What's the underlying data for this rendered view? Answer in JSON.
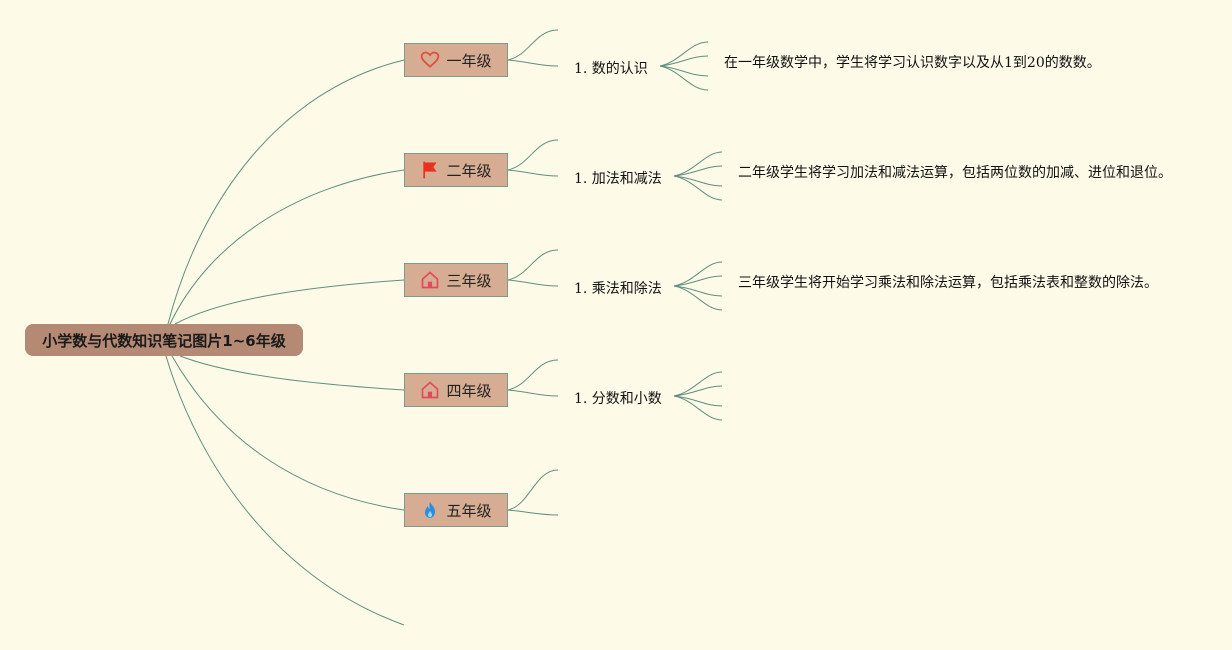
{
  "root": {
    "label": "小学数与代数知识笔记图片1~6年级"
  },
  "grades": [
    {
      "label": "一年级",
      "icon": "heart-icon",
      "icon_color": "#e0503c",
      "topic": "1. 数的认识",
      "description": "在一年级数学中，学生将学习认识数字以及从1到20的数数。"
    },
    {
      "label": "二年级",
      "icon": "flag-icon",
      "icon_color": "#e8321e",
      "topic": "1. 加法和减法",
      "description": "二年级学生将学习加法和减法运算，包括两位数的加减、进位和退位。"
    },
    {
      "label": "三年级",
      "icon": "home-icon",
      "icon_color": "#e04a5a",
      "topic": "1. 乘法和除法",
      "description": "三年级学生将开始学习乘法和除法运算，包括乘法表和整数的除法。"
    },
    {
      "label": "四年级",
      "icon": "home-icon",
      "icon_color": "#e04a5a",
      "topic": "1. 分数和小数",
      "description": ""
    },
    {
      "label": "五年级",
      "icon": "flame-icon",
      "icon_color": "#2a8ee0",
      "topic": "",
      "description": ""
    }
  ],
  "colors": {
    "background": "#fefae8",
    "root_fill": "#b48a74",
    "grade_fill": "#d6ad92",
    "line": "#5f8f7e"
  }
}
